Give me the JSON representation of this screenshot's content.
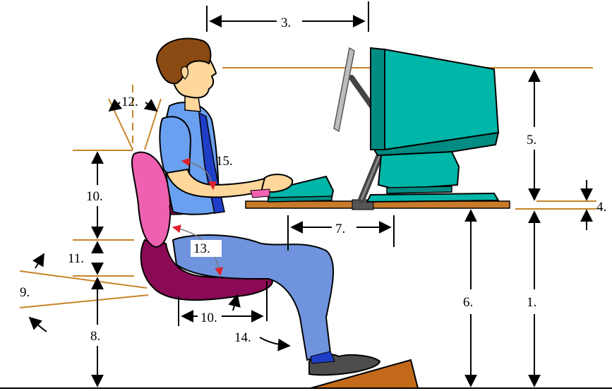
{
  "labels": {
    "l1": "1.",
    "l3": "3.",
    "l4": "4.",
    "l5": "5.",
    "l6": "6.",
    "l7": "7.",
    "l8": "8.",
    "l9": "9.",
    "l10_back": "10.",
    "l10_seat": "10.",
    "l11": "11.",
    "l12": "12.",
    "l13": "13.",
    "l14": "14.",
    "l15": "15."
  },
  "colors": {
    "monitor": "#00b6a8",
    "monitor_dark": "#008c82",
    "shirt": "#6aa0f0",
    "pants": "#6f93dd",
    "tie": "#1f3ec8",
    "skin": "#ffd79a",
    "hair": "#8a4a12",
    "chair_back": "#f060b0",
    "chair_seat": "#8a0a55",
    "desk": "#c87a2a",
    "reference_line": "#c8842a",
    "footrest": "#c26a1a",
    "shoe": "#4d4d4d",
    "arrow_red": "#e0202a"
  }
}
